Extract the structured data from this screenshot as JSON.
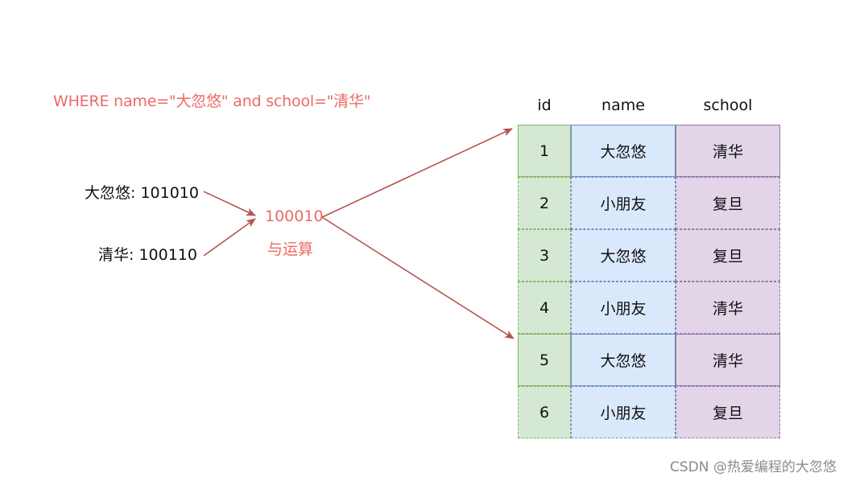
{
  "query": "WHERE name=\"大忽悠\" and school=\"清华\"",
  "bitmaps": [
    {
      "label": "大忽悠: 101010"
    },
    {
      "label": "清华: 100110"
    }
  ],
  "result": {
    "value": "100010",
    "operation": "与运算"
  },
  "table": {
    "headers": [
      "id",
      "name",
      "school"
    ],
    "rows": [
      {
        "id": "1",
        "name": "大忽悠",
        "school": "清华",
        "highlighted": true
      },
      {
        "id": "2",
        "name": "小朋友",
        "school": "复旦",
        "highlighted": false
      },
      {
        "id": "3",
        "name": "大忽悠",
        "school": "复旦",
        "highlighted": false
      },
      {
        "id": "4",
        "name": "小朋友",
        "school": "清华",
        "highlighted": false
      },
      {
        "id": "5",
        "name": "大忽悠",
        "school": "清华",
        "highlighted": true
      },
      {
        "id": "6",
        "name": "小朋友",
        "school": "复旦",
        "highlighted": false
      }
    ]
  },
  "colors": {
    "accent": "#ea6b66",
    "arrow": "#b85450",
    "id_fill": "#d5e8d4",
    "name_fill": "#dae8fc",
    "school_fill": "#e1d5e7"
  },
  "watermark": "CSDN @热爱编程的大忽悠"
}
